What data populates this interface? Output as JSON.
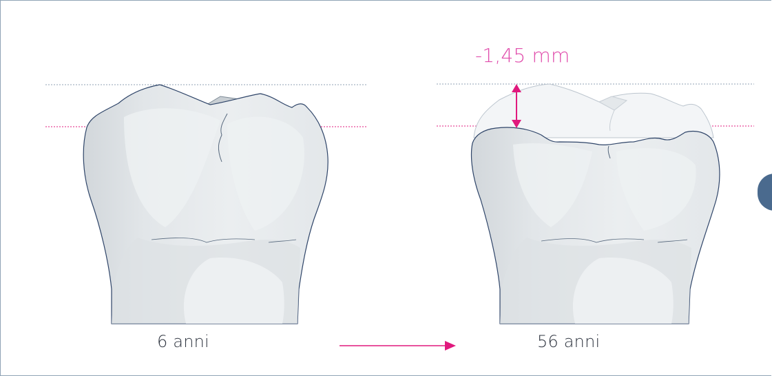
{
  "labels": {
    "left_age": "6 anni",
    "right_age": "56 anni",
    "wear_measurement": "-1,45 mm"
  },
  "colors": {
    "accent": "#e0197d",
    "measurement_text": "#e04bab",
    "tooth_fill": "#e6eaed",
    "tooth_shade": "#d4d9dd",
    "tooth_outline": "#2e4468",
    "worn_ghost": "#f1f3f5",
    "side_tab": "#4a6a8e",
    "frame_border": "#8fa3b6"
  },
  "icons": {
    "progression_arrow": "arrow-right-icon",
    "measure_arrow": "double-arrow-vertical-icon"
  }
}
